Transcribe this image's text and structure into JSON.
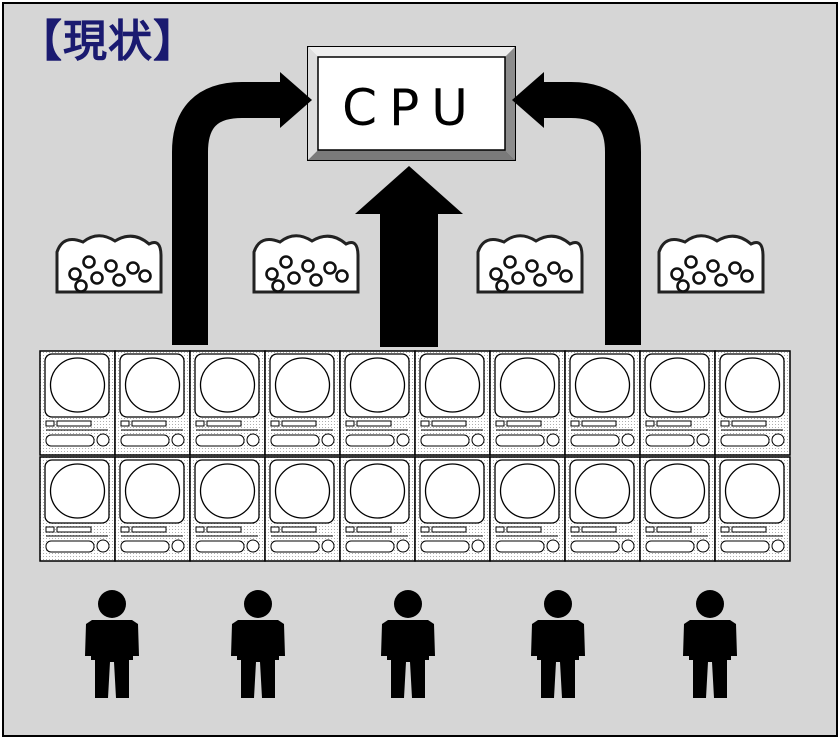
{
  "diagram": {
    "heading": "【現状】",
    "cpu_label": "CPU",
    "colors": {
      "background": "#d6d6d6",
      "heading": "#1a1a70",
      "arrow": "#000000",
      "cpu_face": "#ffffff",
      "terminal_face": "#ffffff"
    },
    "icons": {
      "cpu": "cpu-box-icon",
      "arrow": "arrow-icon",
      "cloud": "data-cloud-icon",
      "terminal": "terminal-icon",
      "person": "person-icon"
    },
    "counts": {
      "terminal_rows": 2,
      "terminals_per_row": 10,
      "clouds": 4,
      "people": 5,
      "arrows": 3
    }
  }
}
